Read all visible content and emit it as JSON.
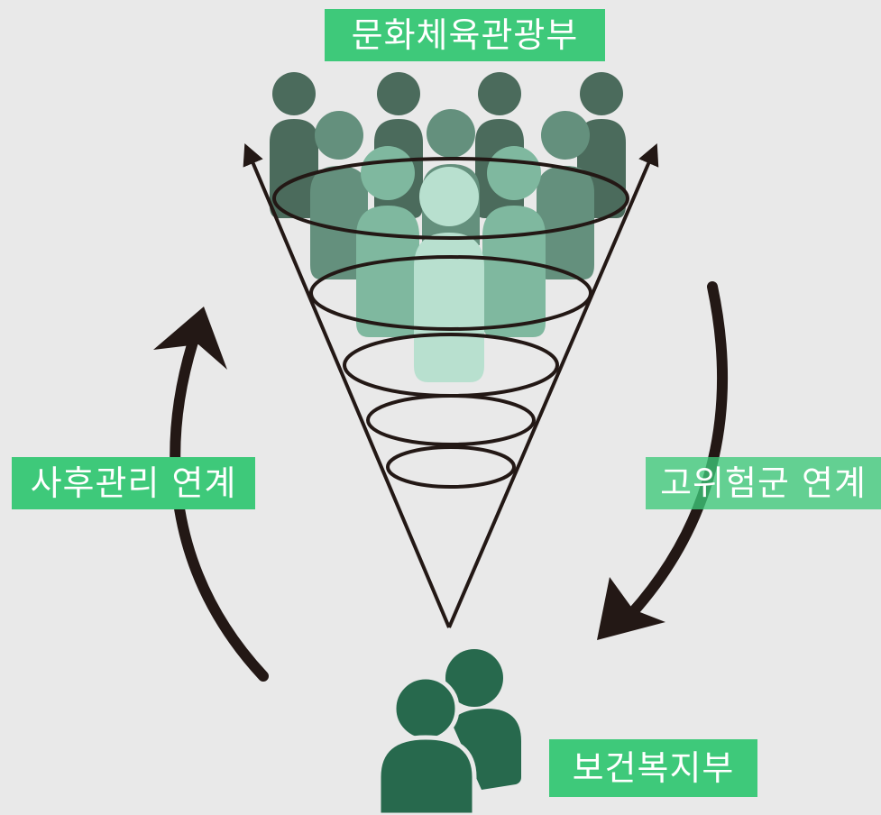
{
  "labels": {
    "top": "문화체육관광부",
    "left": "사후관리 연계",
    "right": "고위험군 연계",
    "bottom": "보건복지부"
  },
  "icons": {
    "crowd": "people-crowd-icon",
    "funnel": "funnel-icon",
    "left_arrow": "curved-arrow-up-icon",
    "right_arrow": "curved-arrow-down-icon",
    "ministry_people": "two-people-icon"
  },
  "colors": {
    "background": "#e9e9e9",
    "label": "#3ec97a",
    "person_darkest": "#4b6b5c",
    "person_dark": "#64907d",
    "person_mid": "#7fb89f",
    "person_light": "#b8e0cf",
    "people_icon": "#27694d",
    "stroke": "#231815"
  }
}
